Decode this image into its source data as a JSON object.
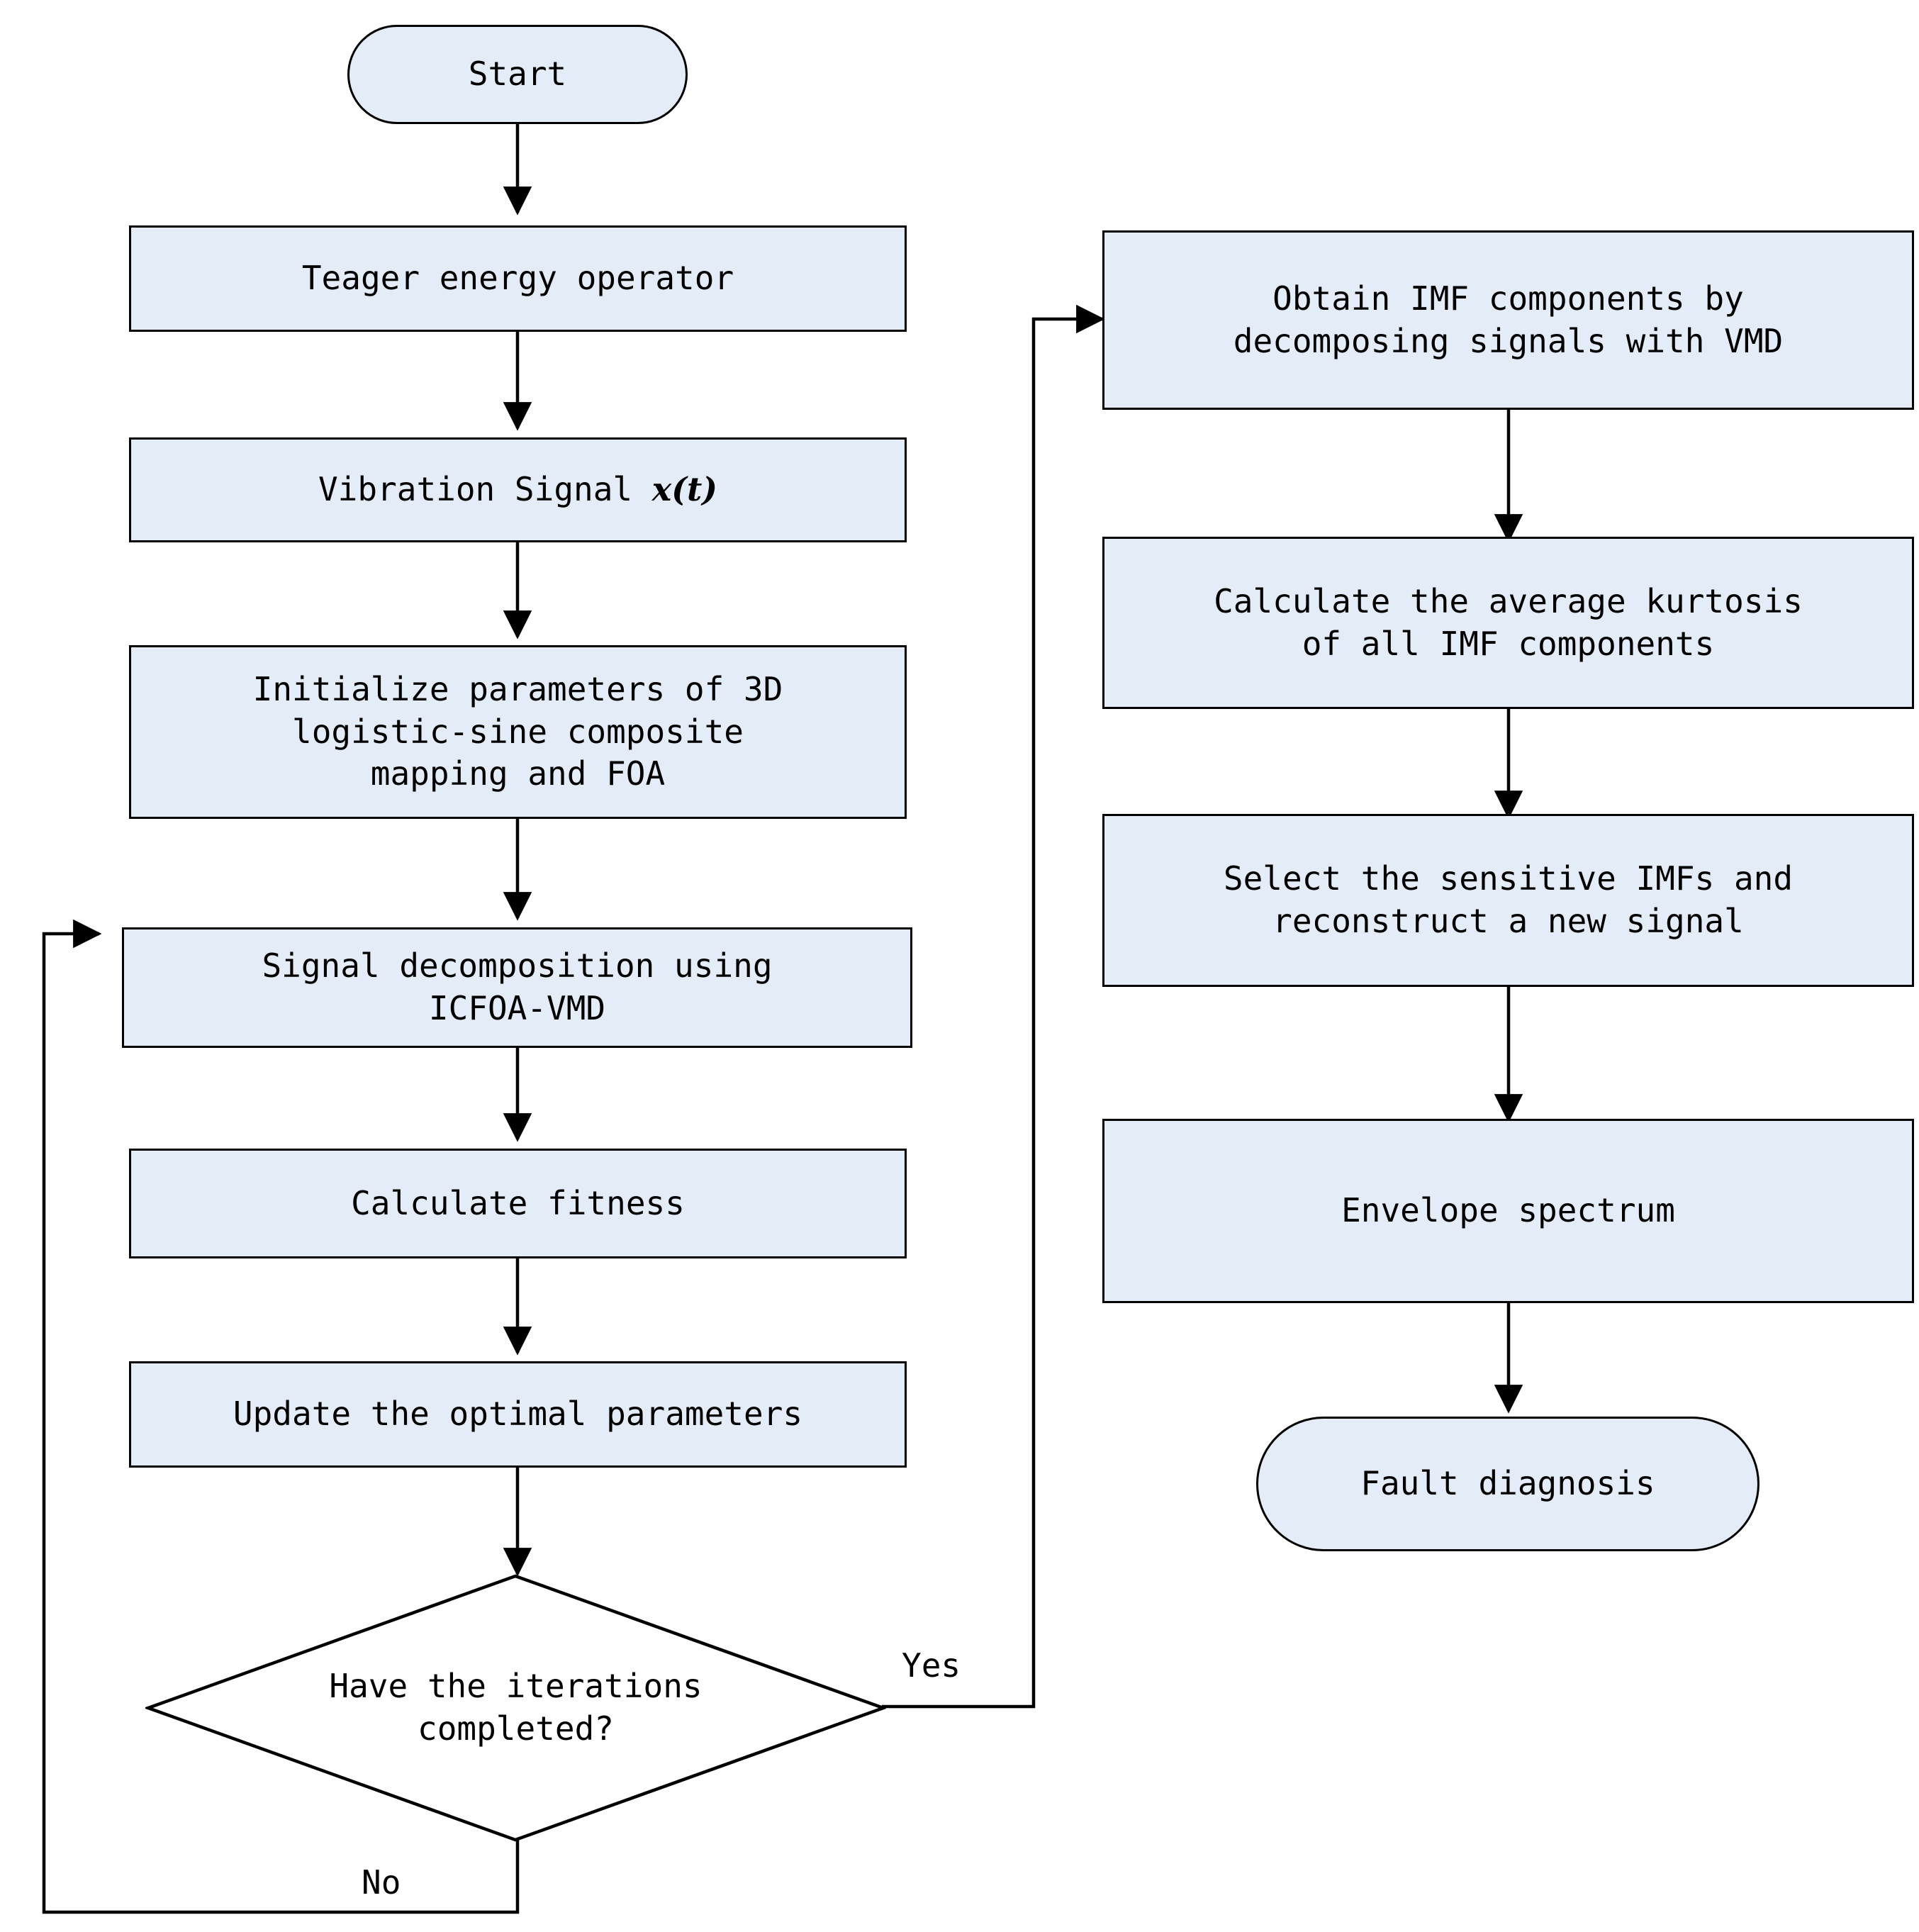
{
  "diagram": {
    "type": "flowchart",
    "title": "",
    "fill_color": "#e4ecf7",
    "stroke_color": "#000000",
    "background": "#ffffff",
    "nodes": {
      "start": {
        "label": "Start",
        "shape": "terminator"
      },
      "teager": {
        "label": "Teager energy operator",
        "shape": "process"
      },
      "vibration_prefix": {
        "label": "Vibration Signal ",
        "shape": "process"
      },
      "vibration_var": {
        "label": "x(t)"
      },
      "initialize": {
        "label": "Initialize parameters of 3D\nlogistic-sine composite\nmapping and FOA",
        "shape": "process"
      },
      "decompose": {
        "label": "Signal decomposition using\nICFOA-VMD",
        "shape": "process"
      },
      "fitness": {
        "label": "Calculate fitness",
        "shape": "process"
      },
      "update": {
        "label": "Update the optimal parameters",
        "shape": "process"
      },
      "decision": {
        "label": "Have the iterations\ncompleted?",
        "shape": "decision"
      },
      "imf": {
        "label": "Obtain IMF components by\ndecomposing signals with VMD",
        "shape": "process"
      },
      "kurtosis": {
        "label": "Calculate the average kurtosis\nof all IMF components",
        "shape": "process"
      },
      "select": {
        "label": "Select the sensitive IMFs and\nreconstruct a new signal",
        "shape": "process"
      },
      "envelope": {
        "label": "Envelope spectrum",
        "shape": "process"
      },
      "fault": {
        "label": "Fault diagnosis",
        "shape": "terminator"
      }
    },
    "edge_labels": {
      "yes": "Yes",
      "no": "No"
    }
  }
}
